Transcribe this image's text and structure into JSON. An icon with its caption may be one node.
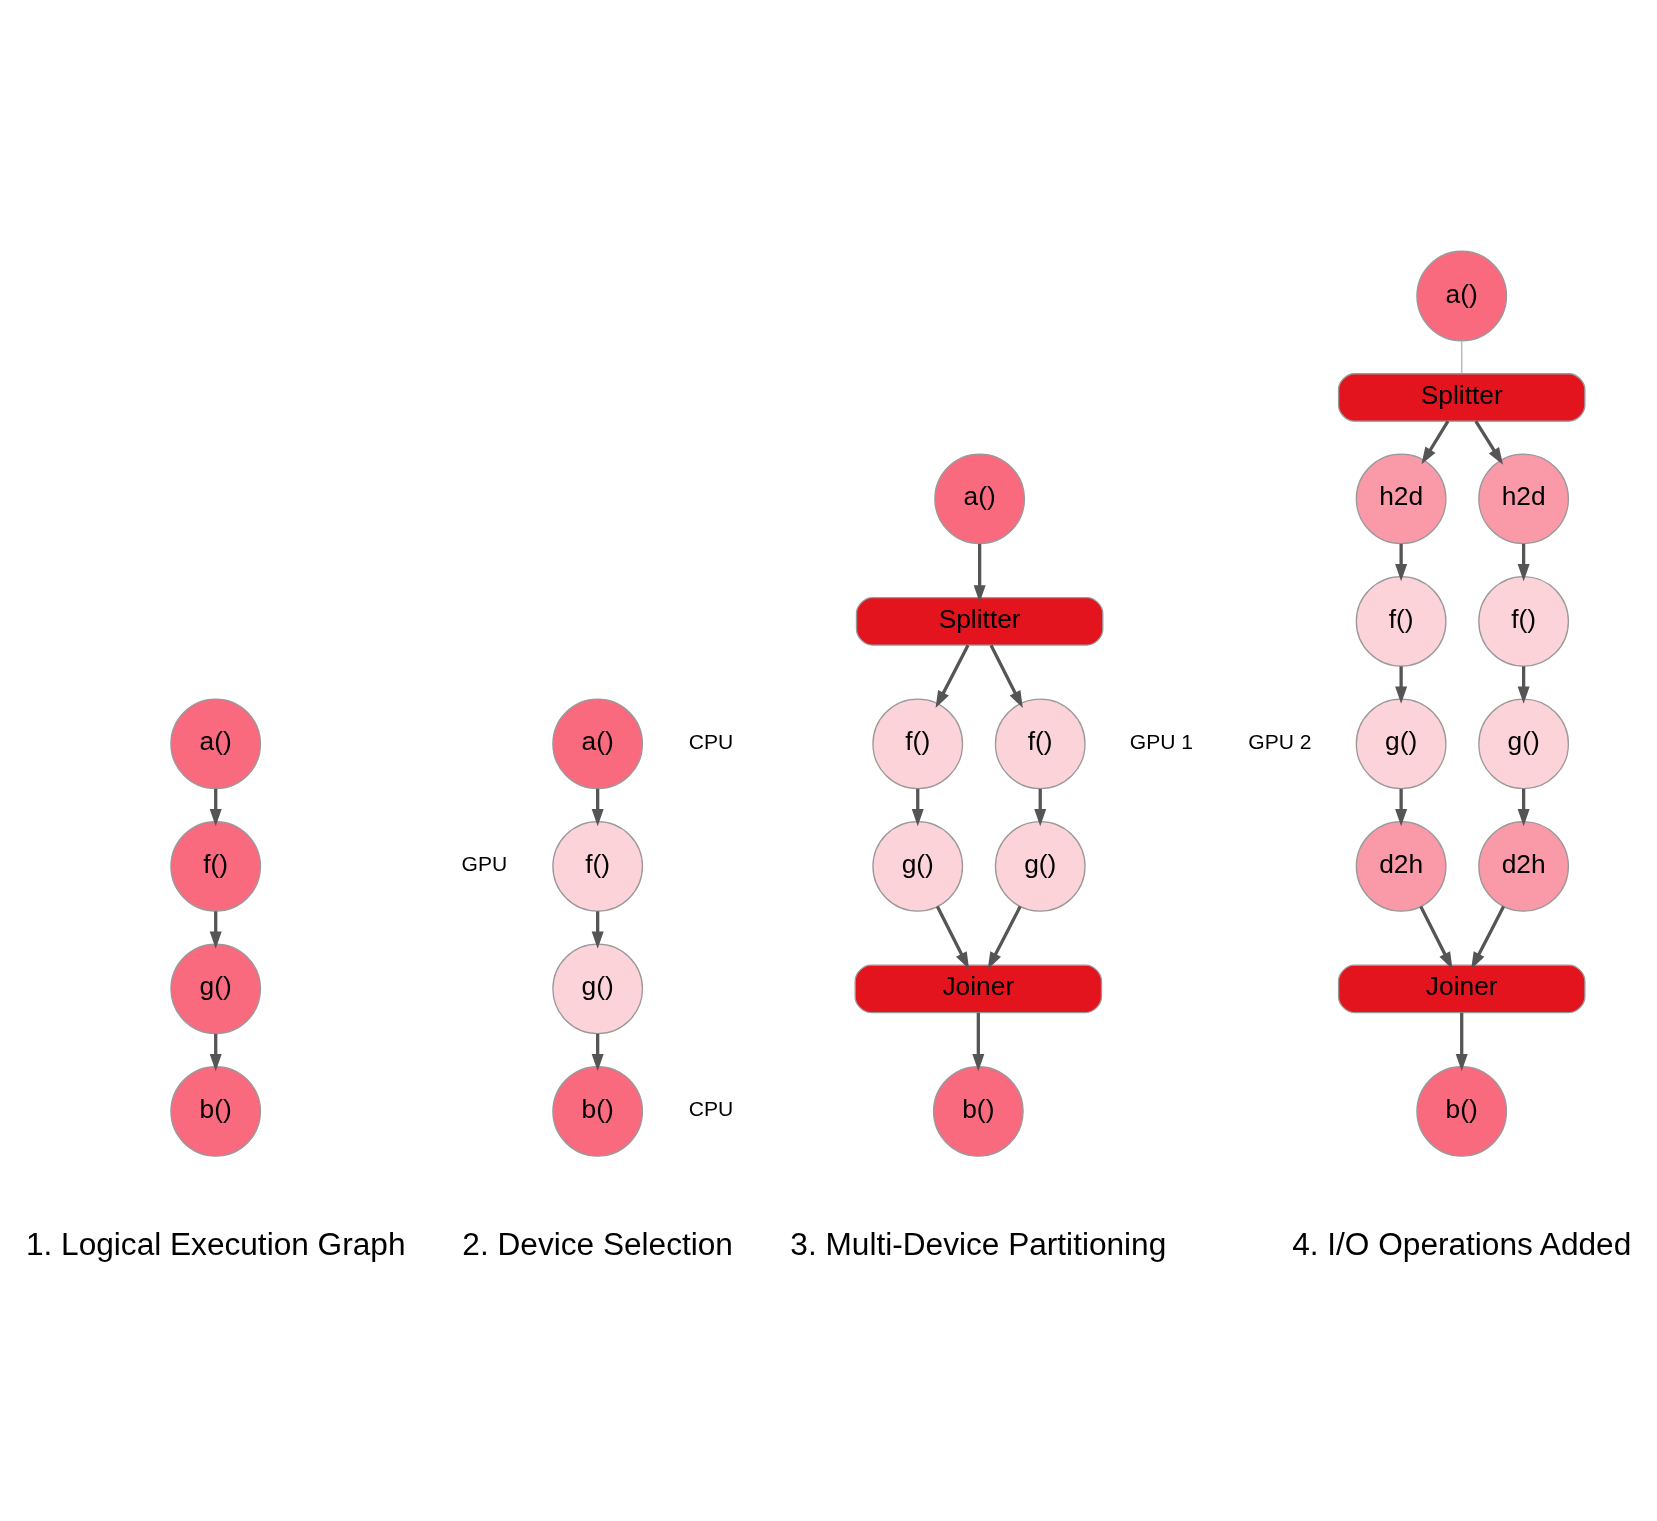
{
  "diagram": {
    "nodes": [
      {
        "text": [
          "a()"
        ]
      },
      {
        "text": [
          "f()"
        ]
      },
      {
        "text": [
          "g()"
        ]
      },
      {
        "text": [
          "b()"
        ]
      },
      {
        "text": [
          "a()"
        ]
      },
      {
        "text": [
          "f()"
        ]
      },
      {
        "text": [
          "g()"
        ]
      },
      {
        "text": [
          "b()"
        ]
      },
      {
        "text": [
          "a()"
        ]
      },
      {
        "text": [
          "Splitter"
        ]
      },
      {
        "text": [
          "f()"
        ]
      },
      {
        "text": [
          "f()"
        ]
      },
      {
        "text": [
          "g()"
        ]
      },
      {
        "text": [
          "g()"
        ]
      },
      {
        "text": [
          "Joiner"
        ]
      },
      {
        "text": [
          "b()"
        ]
      },
      {
        "text": [
          "a()"
        ]
      },
      {
        "text": [
          "Splitter"
        ]
      },
      {
        "text": [
          "h2d"
        ]
      },
      {
        "text": [
          "h2d"
        ]
      },
      {
        "text": [
          "f()"
        ]
      },
      {
        "text": [
          "f()"
        ]
      },
      {
        "text": [
          "g()"
        ]
      },
      {
        "text": [
          "g()"
        ]
      },
      {
        "text": [
          "d2h"
        ]
      },
      {
        "text": [
          "d2h"
        ]
      },
      {
        "text": [
          "Joiner"
        ]
      },
      {
        "text": [
          "b()"
        ]
      }
    ],
    "edges": [
      {
        "from": 0,
        "to": 1,
        "arrow": "to"
      },
      {
        "from": 1,
        "to": 2,
        "arrow": "to"
      },
      {
        "from": 2,
        "to": 3,
        "arrow": "to"
      },
      {
        "from": 4,
        "to": 5,
        "arrow": "to"
      },
      {
        "from": 5,
        "to": 6,
        "arrow": "to"
      },
      {
        "from": 6,
        "to": 7,
        "arrow": "to"
      },
      {
        "from": 8,
        "to": 9,
        "arrow": "to"
      },
      {
        "from": 9,
        "to": 10,
        "arrow": "to"
      },
      {
        "from": 9,
        "to": 11,
        "arrow": "to"
      },
      {
        "from": 10,
        "to": 12,
        "arrow": "to"
      },
      {
        "from": 11,
        "to": 13,
        "arrow": "to"
      },
      {
        "from": 12,
        "to": 14,
        "arrow": "to"
      },
      {
        "from": 13,
        "to": 14,
        "arrow": "to"
      },
      {
        "from": 14,
        "to": 15,
        "arrow": "to"
      },
      {
        "from": 16,
        "to": 17,
        "arrow": "none",
        "color": "#bbbbbb"
      },
      {
        "from": 17,
        "to": 18,
        "arrow": "to"
      },
      {
        "from": 17,
        "to": 19,
        "arrow": "to"
      },
      {
        "from": 18,
        "to": 20,
        "arrow": "to"
      },
      {
        "from": 19,
        "to": 21,
        "arrow": "to"
      },
      {
        "from": 20,
        "to": 22,
        "arrow": "to"
      },
      {
        "from": 21,
        "to": 23,
        "arrow": "to"
      },
      {
        "from": 22,
        "to": 24,
        "arrow": "to"
      },
      {
        "from": 23,
        "to": 25,
        "arrow": "to"
      },
      {
        "from": 24,
        "to": 26,
        "arrow": "to"
      },
      {
        "from": 25,
        "to": 26,
        "arrow": "to"
      },
      {
        "from": 26,
        "to": 27,
        "arrow": "to"
      }
    ],
    "labels": [
      "CPU",
      "GPU",
      "GPU 1",
      "GPU 2",
      "CPU",
      "1. Logical Execution Graph",
      "2. Device Selection",
      "3. Multi-Device Partitioning",
      "4. I/O Operations Added"
    ]
  }
}
